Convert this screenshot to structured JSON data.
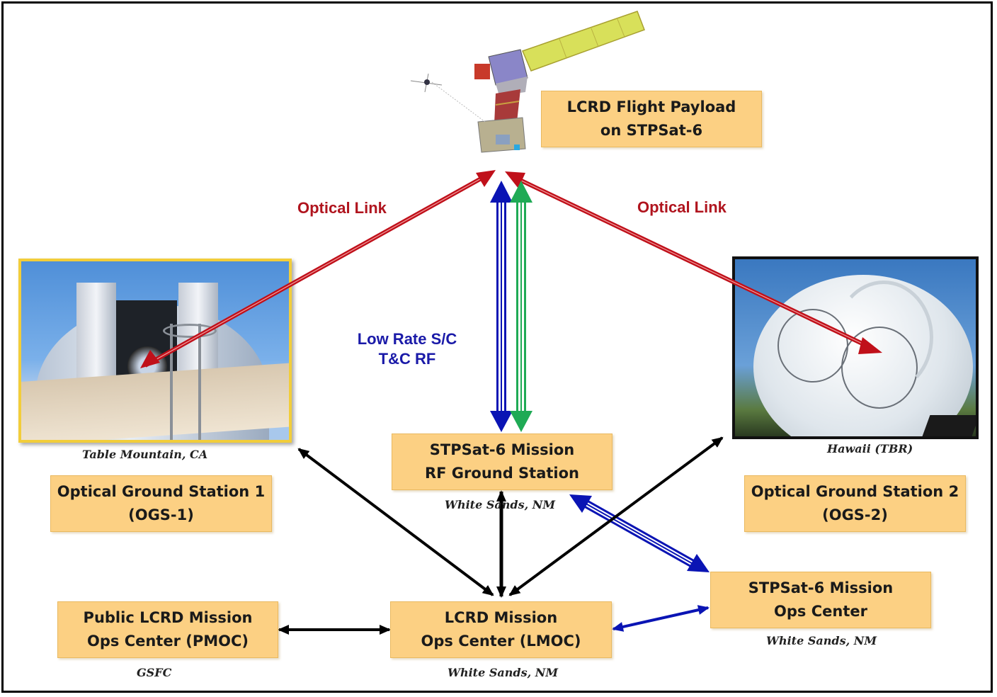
{
  "title": "LCRD Ground Segment Architecture",
  "colors": {
    "box_fill": "#fcd083",
    "optical_link": "#c0101a",
    "rf_blue": "#0a14b4",
    "rf_green": "#1faa55",
    "ground_link": "#000000",
    "label_blue": "#1a1aa8",
    "label_red": "#b0141e"
  },
  "nodes": {
    "flight_payload": {
      "line1": "LCRD Flight Payload",
      "line2": "on STPSat-6",
      "icon": "satellite-icon"
    },
    "rf_ground_station": {
      "line1": "STPSat-6 Mission",
      "line2": "RF Ground Station",
      "location": "White Sands, NM"
    },
    "ogs1": {
      "line1": "Optical Ground Station 1",
      "line2": "(OGS-1)",
      "location": "Table Mountain, CA",
      "photo": "telescope-dome-photo"
    },
    "ogs2": {
      "line1": "Optical Ground Station 2",
      "line2": "(OGS-2)",
      "location": "Hawaii (TBR)",
      "photo": "radome-photo"
    },
    "pmoc": {
      "line1": "Public LCRD Mission",
      "line2": "Ops Center (PMOC)",
      "location": "GSFC"
    },
    "lmoc": {
      "line1": "LCRD Mission",
      "line2": "Ops Center (LMOC)",
      "location": "White Sands, NM"
    },
    "stpsat_moc": {
      "line1": "STPSat-6 Mission",
      "line2": "Ops Center",
      "location": "White Sands, NM"
    }
  },
  "link_labels": {
    "optical_left": "Optical Link",
    "optical_right": "Optical Link",
    "rf_line1": "Low Rate S/C",
    "rf_line2": "T&C RF"
  },
  "links": [
    {
      "from": "ogs1",
      "to": "flight_payload",
      "type": "optical",
      "label": "Optical Link"
    },
    {
      "from": "ogs2",
      "to": "flight_payload",
      "type": "optical",
      "label": "Optical Link"
    },
    {
      "from": "rf_ground_station",
      "to": "flight_payload",
      "type": "rf-blue",
      "direction": "bidirectional"
    },
    {
      "from": "rf_ground_station",
      "to": "flight_payload",
      "type": "rf-green",
      "direction": "bidirectional"
    },
    {
      "from": "rf_ground_station",
      "to": "stpsat_moc",
      "type": "rf-blue",
      "direction": "bidirectional"
    },
    {
      "from": "lmoc",
      "to": "ogs1",
      "type": "ground",
      "direction": "bidirectional"
    },
    {
      "from": "lmoc",
      "to": "ogs2",
      "type": "ground",
      "direction": "bidirectional"
    },
    {
      "from": "lmoc",
      "to": "rf_ground_station",
      "type": "ground",
      "direction": "bidirectional"
    },
    {
      "from": "lmoc",
      "to": "pmoc",
      "type": "ground",
      "direction": "bidirectional"
    },
    {
      "from": "lmoc",
      "to": "stpsat_moc",
      "type": "blue",
      "direction": "bidirectional"
    }
  ]
}
